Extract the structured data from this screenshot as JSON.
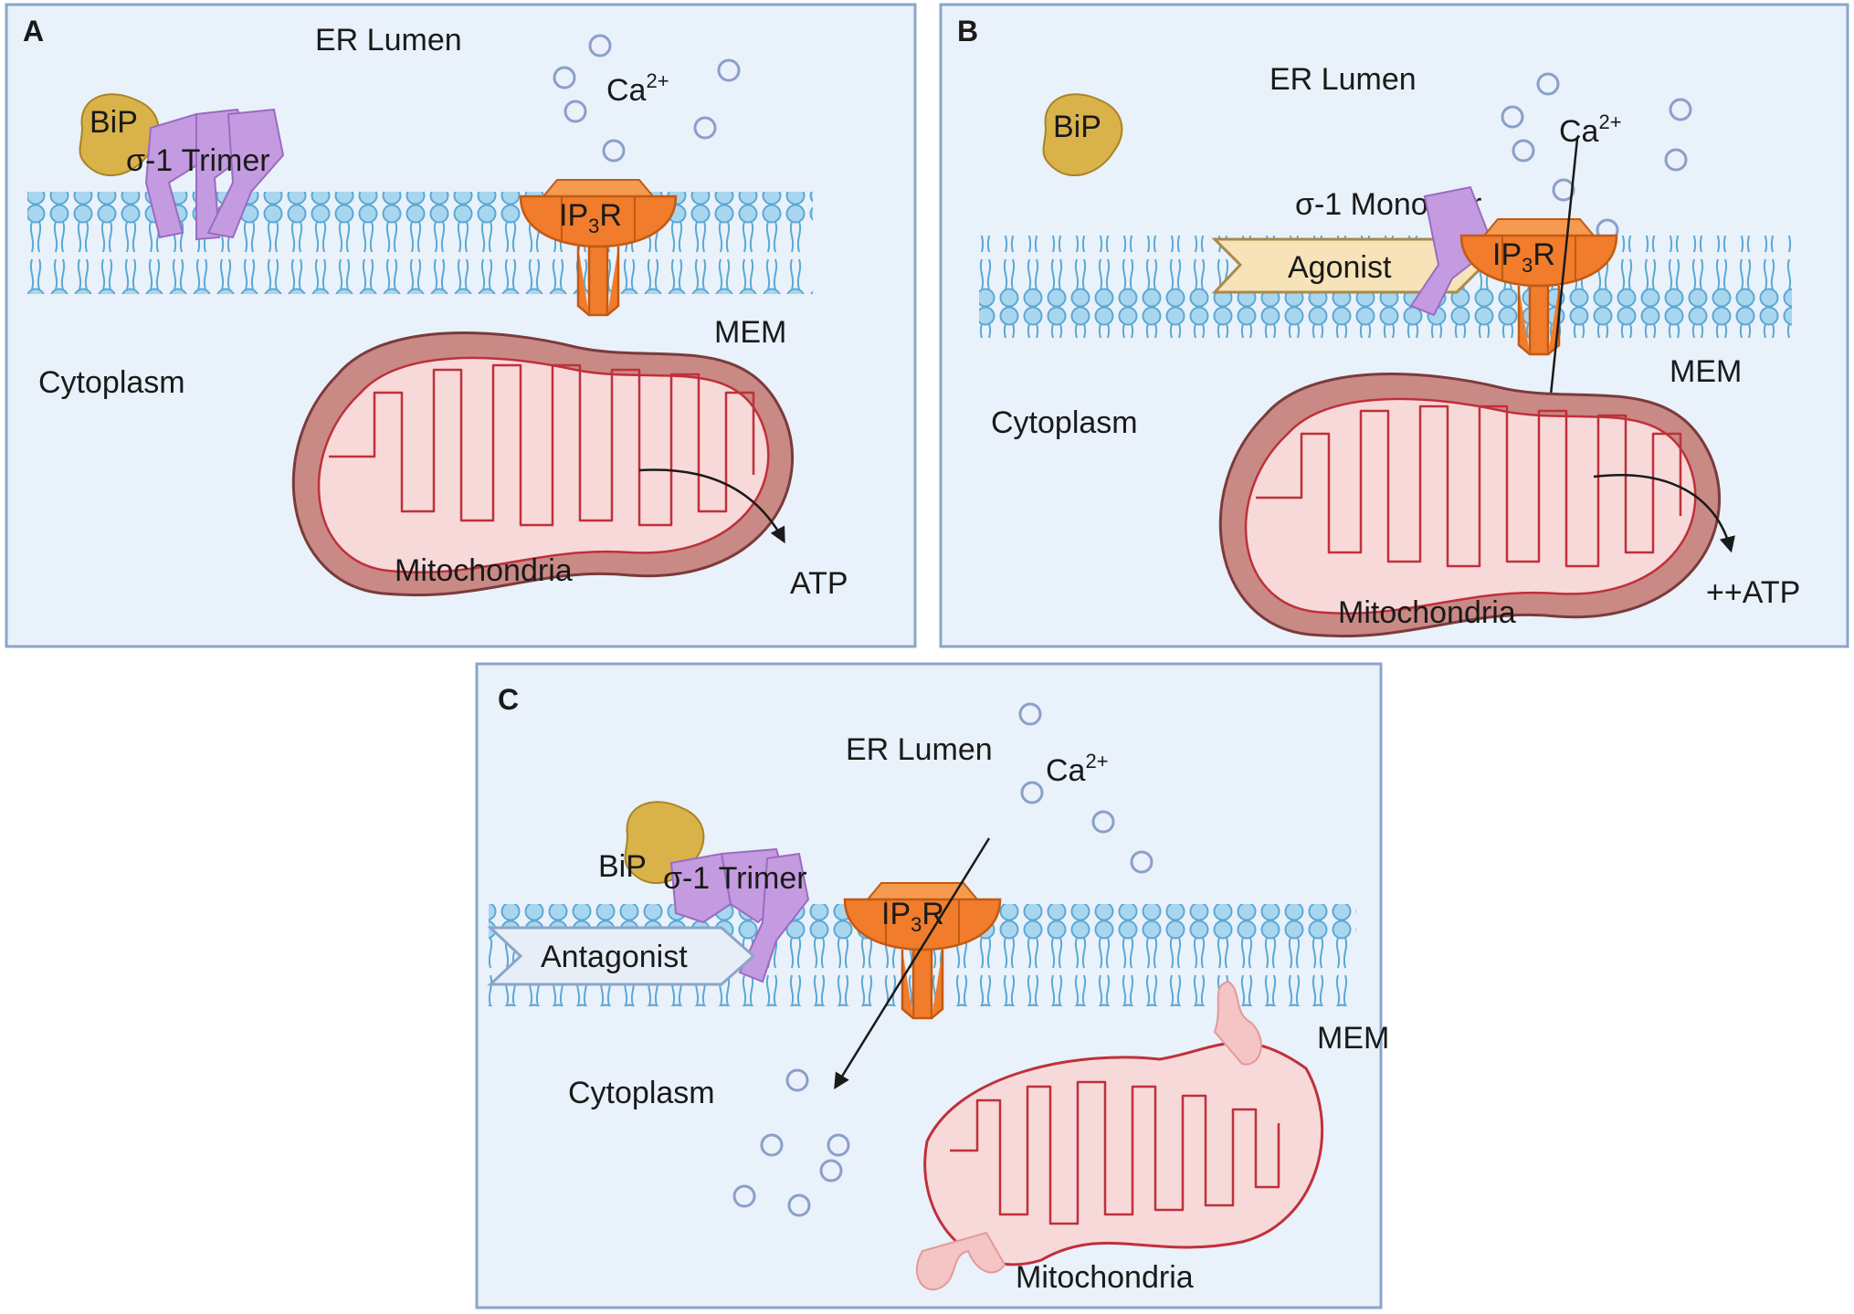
{
  "panels": [
    {
      "letter": "A",
      "er_lumen": "ER Lumen",
      "ca_label": "Ca",
      "ca_sup": "2+",
      "bip": "BiP",
      "sigma": "σ-1 Trimer",
      "ip3r_main": "IP",
      "ip3r_sub": "3",
      "ip3r_end": "R",
      "mem": "MEM",
      "cytoplasm": "Cytoplasm",
      "mitochondria": "Mitochondria",
      "atp": "ATP"
    },
    {
      "letter": "B",
      "er_lumen": "ER Lumen",
      "ca_label": "Ca",
      "ca_sup": "2+",
      "bip": "BiP",
      "sigma": "σ-1 Monomer",
      "agonist": "Agonist",
      "ip3r_main": "IP",
      "ip3r_sub": "3",
      "ip3r_end": "R",
      "mem": "MEM",
      "cytoplasm": "Cytoplasm",
      "mitochondria": "Mitochondria",
      "atp": "++ATP"
    },
    {
      "letter": "C",
      "er_lumen": "ER Lumen",
      "ca_label": "Ca",
      "ca_sup": "2+",
      "bip": "BiP",
      "sigma": "σ-1 Trimer",
      "antagonist": "Antagonist",
      "ip3r_main": "IP",
      "ip3r_sub": "3",
      "ip3r_end": "R",
      "mem": "MEM",
      "cytoplasm": "Cytoplasm",
      "mitochondria": "Mitochondria"
    }
  ],
  "colors": {
    "panel_bg": "#e9f1fa",
    "panel_border": "#8aa6c8",
    "membrane_head": "#a9d6ef",
    "membrane_stroke": "#5ba8d6",
    "ip3r": "#f07c2c",
    "sigma": "#c49be0",
    "bip": "#d9b24a",
    "mito_outer": "#c98a86",
    "mito_inner": "#f7d9d9",
    "mito_line": "#c0303a",
    "agonist": "#f7e3b8",
    "antagonist": "#e8eef8",
    "ca_ion": "#8aa0c8"
  }
}
